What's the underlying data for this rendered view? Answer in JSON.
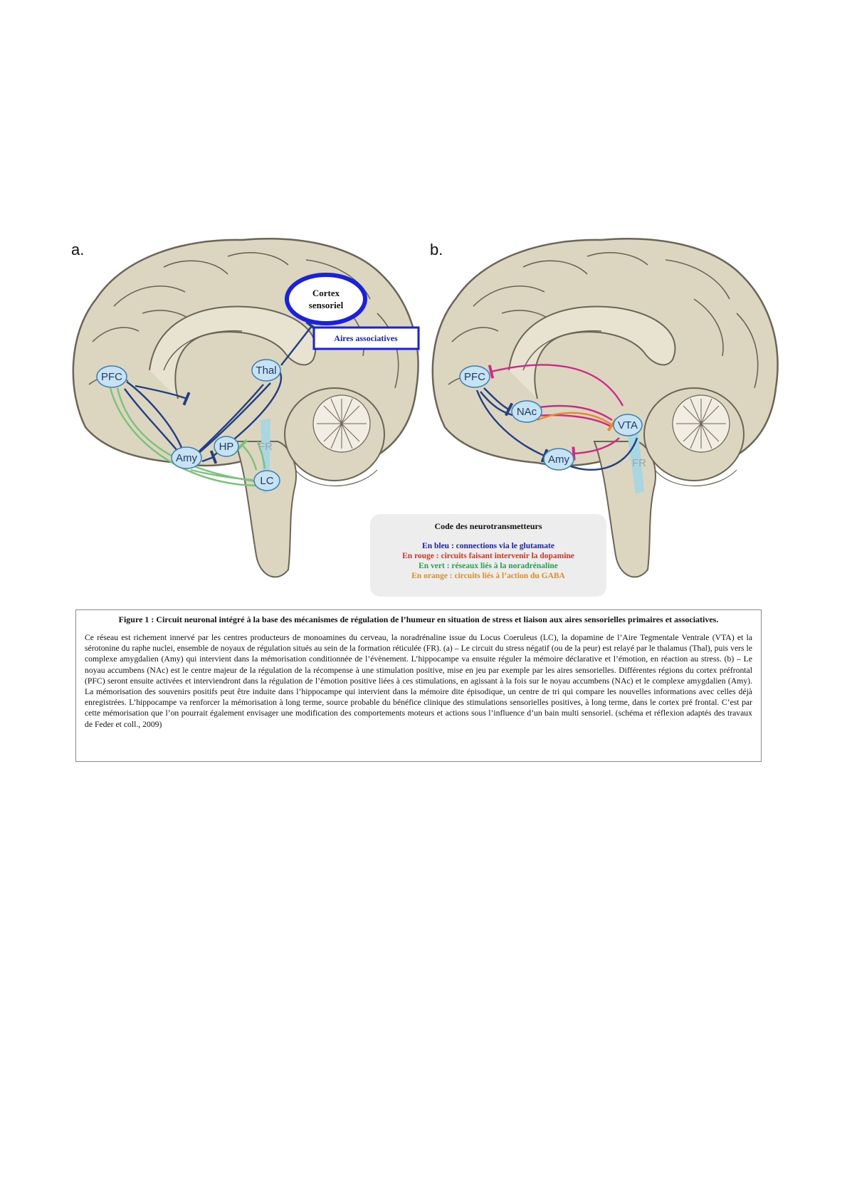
{
  "panels": {
    "a": {
      "letter": "a."
    },
    "b": {
      "letter": "b."
    }
  },
  "nodes_a": {
    "pfc": "PFC",
    "thal": "Thal",
    "amy": "Amy",
    "hp": "HP",
    "lc": "LC",
    "fr": "FR",
    "cortex_line1": "Cortex",
    "cortex_line2": "sensoriel",
    "assoc": "Aires associatives"
  },
  "nodes_b": {
    "pfc": "PFC",
    "nac": "NAc",
    "vta": "VTA",
    "amy": "Amy",
    "fr": "FR"
  },
  "colors": {
    "brain_fill": "#dcd5c0",
    "brain_stroke": "#6b6558",
    "node_fill": "#c6e2f3",
    "node_stroke": "#3c7fb0",
    "blue_path": "#1f3f80",
    "green_path": "#7ac27a",
    "magenta_path": "#cc2a86",
    "orange_path": "#e88a2c",
    "cortex_blue": "#1a20e0",
    "fr_fill": "#a8d6e2"
  },
  "legend": {
    "title": "Code des neurotransmetteurs",
    "blue": "En bleu : connections via le glutamate",
    "red": "En rouge : circuits faisant intervenir la dopamine",
    "green": "En vert : réseaux liés à la noradrénaline",
    "orange": "En orange : circuits liés à l’action du GABA"
  },
  "caption": {
    "title": "Figure 1 : Circuit neuronal intégré à la base des mécanismes de régulation de l’humeur en situation de stress et liaison aux aires sensorielles primaires et associatives.",
    "body": "Ce réseau est richement innervé par les centres producteurs de monoamines du cerveau, la noradrénaline issue du Locus Coeruleus (LC), la dopamine de l’Aire Tegmentale Ventrale (VTA) et la sérotonine du raphe nuclei, ensemble de noyaux de régulation situés au sein de la formation réticulée (FR). (a) – Le circuit du stress négatif (ou de la peur) est relayé par le thalamus (Thal), puis vers le complexe amygdalien (Amy) qui intervient dans la mémorisation conditionnée de l’évènement. L’hippocampe va ensuite réguler la mémoire déclarative et l’émotion, en réaction au stress. (b) – Le noyau accumbens (NAc) est le centre majeur de la régulation de la récompense à une stimulation positive, mise en jeu par exemple par les aires sensorielles. Différentes régions du cortex préfrontal (PFC) seront ensuite activées et interviendront dans la régulation de l’émotion positive liées à ces stimulations, en agissant à la fois sur le noyau accumbens (NAc) et le complexe amygdalien (Amy). La mémorisation des souvenirs positifs peut être induite dans l’hippocampe qui intervient dans la mémoire dite épisodique, un centre de tri qui compare les nouvelles informations avec celles déjà enregistrées. L’hippocampe va renforcer la mémorisation à long terme, source probable du bénéfice clinique des stimulations sensorielles positives, à long terme, dans le cortex pré frontal. C’est par cette mémorisation que l’on pourrait également envisager une modification des comportements moteurs et actions sous l’influence d’un bain multi sensoriel. (schéma et réflexion adaptés des travaux de Feder et coll., 2009)"
  }
}
